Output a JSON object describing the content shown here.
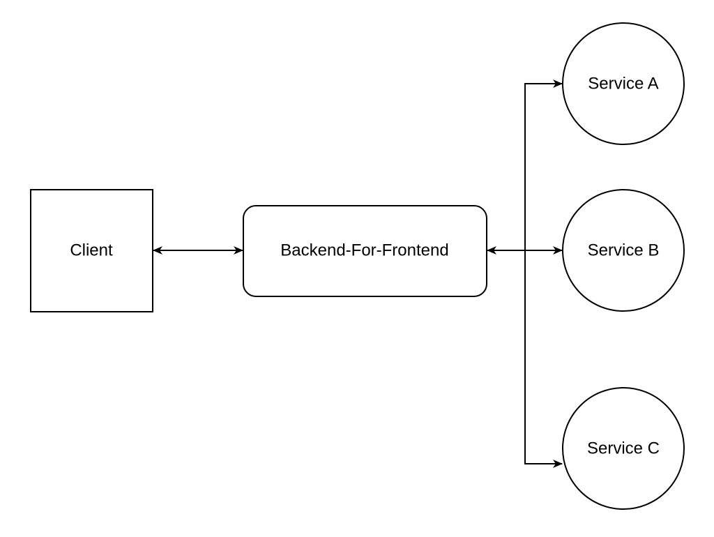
{
  "diagram": {
    "nodes": {
      "client": {
        "label": "Client",
        "shape": "rectangle"
      },
      "bff": {
        "label": "Backend-For-Frontend",
        "shape": "rounded-rectangle"
      },
      "service_a": {
        "label": "Service A",
        "shape": "circle"
      },
      "service_b": {
        "label": "Service B",
        "shape": "circle"
      },
      "service_c": {
        "label": "Service C",
        "shape": "circle"
      }
    },
    "edges": [
      {
        "from": "client",
        "to": "bff",
        "direction": "bidirectional"
      },
      {
        "from": "bff",
        "to": "service_a",
        "direction": "to"
      },
      {
        "from": "bff",
        "to": "service_b",
        "direction": "bidirectional"
      },
      {
        "from": "bff",
        "to": "service_c",
        "direction": "to"
      }
    ],
    "colors": {
      "stroke": "#000000",
      "fill": "#ffffff",
      "text": "#000000"
    }
  }
}
